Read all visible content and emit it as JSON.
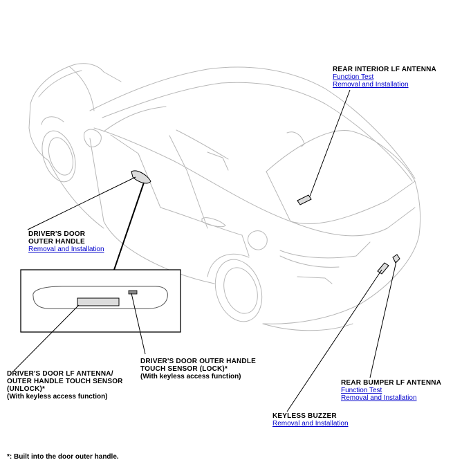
{
  "callouts": {
    "rear_interior": {
      "title": "REAR INTERIOR LF ANTENNA",
      "links": [
        "Function Test",
        "Removal and Installation"
      ]
    },
    "drivers_door_handle": {
      "title_line1": "DRIVER'S DOOR",
      "title_line2": "OUTER HANDLE",
      "links": [
        "Removal and Installation"
      ]
    },
    "lf_antenna_unlock": {
      "title_line1": "DRIVER'S DOOR LF ANTENNA/",
      "title_line2": "OUTER HANDLE TOUCH SENSOR",
      "title_line3": "(UNLOCK)*",
      "note": "(With keyless access function)"
    },
    "touch_sensor_lock": {
      "title_line1": "DRIVER'S DOOR OUTER HANDLE",
      "title_line2": "TOUCH SENSOR (LOCK)*",
      "note": "(With keyless access function)"
    },
    "rear_bumper": {
      "title": "REAR BUMPER LF ANTENNA",
      "links": [
        "Function Test",
        "Removal and Installation"
      ]
    },
    "keyless_buzzer": {
      "title": "KEYLESS BUZZER",
      "links": [
        "Removal and Installation"
      ]
    }
  },
  "footnote": "*: Built into the door outer handle."
}
